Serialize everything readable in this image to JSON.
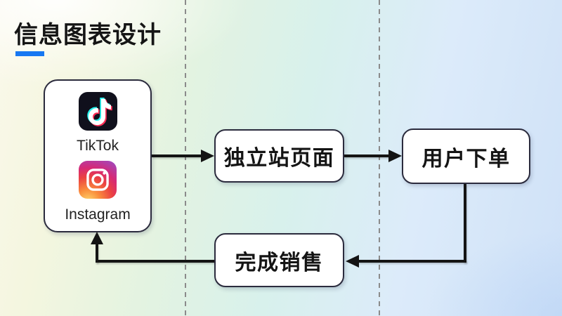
{
  "slide": {
    "title": "信息图表设计"
  },
  "flow": {
    "channels": {
      "items": [
        {
          "name": "TikTok",
          "icon": "tiktok-icon"
        },
        {
          "name": "Instagram",
          "icon": "instagram-icon"
        }
      ]
    },
    "steps": [
      {
        "id": "landing",
        "label": "独立站页面"
      },
      {
        "id": "order",
        "label": "用户下单"
      },
      {
        "id": "sale",
        "label": "完成销售"
      }
    ],
    "edges": [
      {
        "from": "channels",
        "to": "landing",
        "shape": "straight-right"
      },
      {
        "from": "landing",
        "to": "order",
        "shape": "straight-right"
      },
      {
        "from": "order",
        "to": "sale",
        "shape": "elbow-down-left"
      },
      {
        "from": "sale",
        "to": "channels",
        "shape": "elbow-left-up"
      }
    ]
  },
  "colors": {
    "accent": "#1778F2",
    "title_text": "#151515",
    "arrow": "#141414",
    "node_border": "#2b2b3d",
    "node_fill": "#ffffff",
    "divider": "#8b8b8b",
    "background_left": "#f6f7e2",
    "background_middle": "#d9f1ec",
    "background_right": "#cfe1f7",
    "tiktok_bg": "#10101c",
    "tiktok_cyan": "#25F4EE",
    "tiktok_red": "#FE2C55",
    "instagram_gradient": [
      "#fdd86f",
      "#fa7e1e",
      "#d62976",
      "#962fbf"
    ]
  }
}
